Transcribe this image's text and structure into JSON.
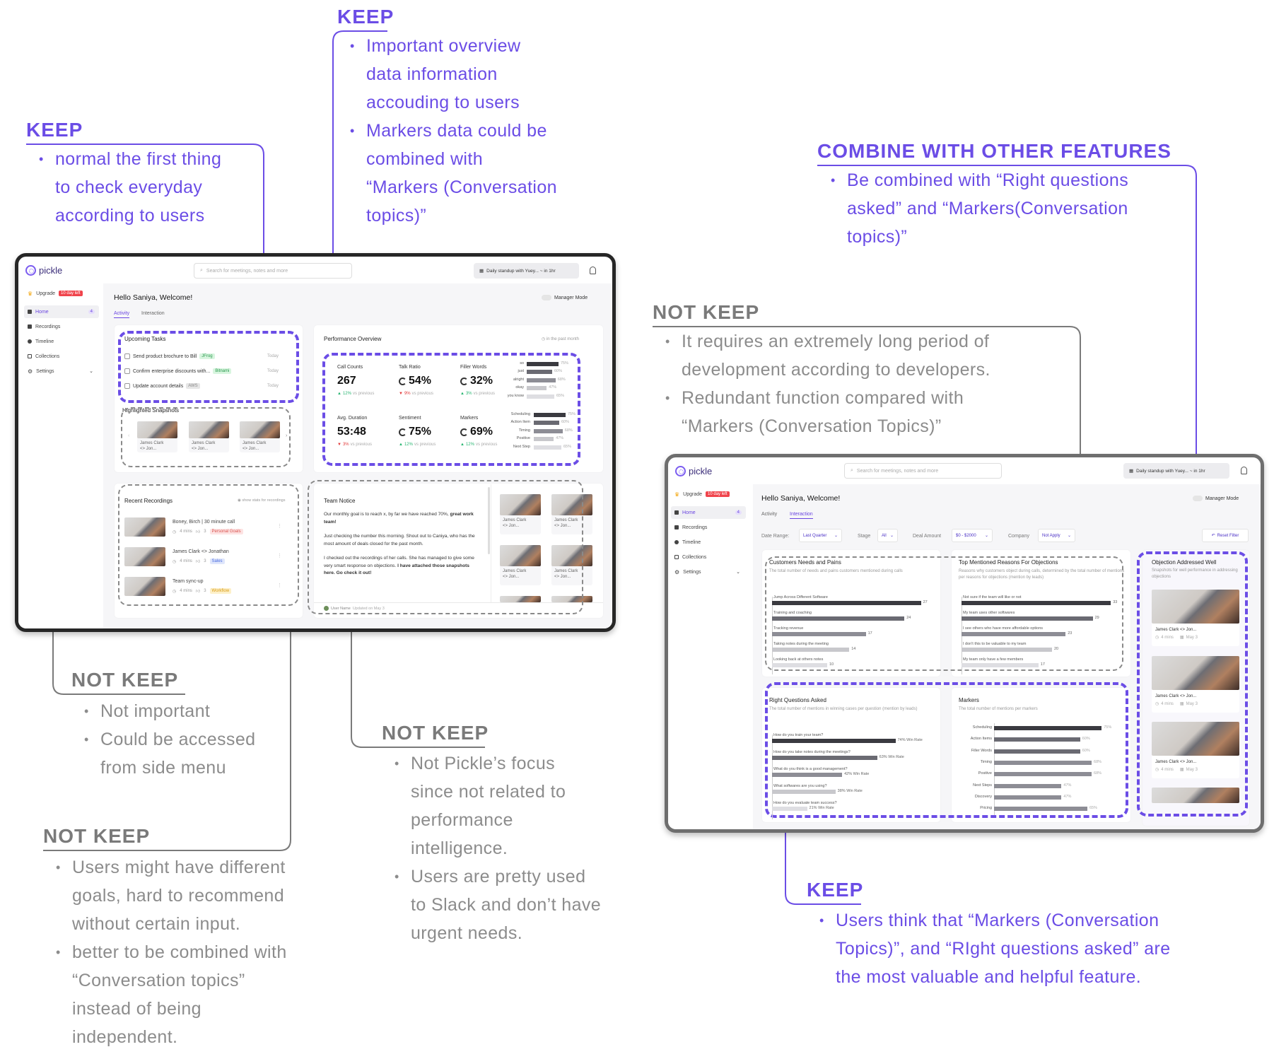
{
  "colors": {
    "accent": "#6b4de6",
    "not_keep": "#7a7a7a"
  },
  "left_window": {
    "logo": "pickle",
    "search_placeholder": "Search for meetings, notes and more",
    "meeting_pill": "Daily standup with Yuey... ~ in 1hr",
    "sidebar": {
      "upgrade": "Upgrade",
      "trial_badge": "10 day left",
      "items": [
        {
          "label": "Home",
          "badge": "4"
        },
        {
          "label": "Recordings"
        },
        {
          "label": "Timeline"
        },
        {
          "label": "Collections"
        },
        {
          "label": "Settings"
        }
      ]
    },
    "greeting": "Hello Saniya, Welcome!",
    "manager_mode": "Manager Mode",
    "tabs": [
      "Activity",
      "Interaction"
    ],
    "upcoming_tasks": {
      "title": "Upcoming Tasks",
      "items": [
        {
          "text": "Send product brochure to Bill",
          "tag": "JFrog",
          "due": "Today"
        },
        {
          "text": "Confirm enterprise discounts with...",
          "tag": "Bitnami",
          "due": "Today"
        },
        {
          "text": "Update account details",
          "tag": "AWS",
          "due": "Today"
        }
      ]
    },
    "snapshots": {
      "title": "Highlighted Snapshots",
      "items": [
        {
          "name": "James Clark",
          "sub": "<> Jon..."
        },
        {
          "name": "James Clark",
          "sub": "<> Jon..."
        },
        {
          "name": "James Clark",
          "sub": "<> Jon..."
        }
      ]
    },
    "performance": {
      "title": "Performance Overview",
      "period": "in the past month",
      "metrics": [
        {
          "label": "Call Counts",
          "value": "267",
          "change": "12%",
          "dir": "up",
          "suffix": "vs previous",
          "ring": false
        },
        {
          "label": "Talk Ratio",
          "value": "54%",
          "change": "9%",
          "dir": "down",
          "suffix": "vs previous",
          "ring": true
        },
        {
          "label": "Filler Words",
          "value": "32%",
          "change": "3%",
          "dir": "up",
          "suffix": "vs previous",
          "ring": true
        },
        {
          "label": "Avg. Duration",
          "value": "53:48",
          "change": "3%",
          "dir": "down",
          "suffix": "vs previous",
          "ring": false
        },
        {
          "label": "Sentiment",
          "value": "75%",
          "change": "12%",
          "dir": "up",
          "suffix": "vs previous",
          "ring": true
        },
        {
          "label": "Markers",
          "value": "69%",
          "change": "12%",
          "dir": "up",
          "suffix": "vs previous",
          "ring": true
        }
      ],
      "filler_chart": [
        {
          "label": "so",
          "value": 75
        },
        {
          "label": "just",
          "value": 60
        },
        {
          "label": "alright",
          "value": 68
        },
        {
          "label": "okay",
          "value": 47
        },
        {
          "label": "you know",
          "value": 65
        }
      ],
      "markers_chart": [
        {
          "label": "Scheduling",
          "value": 75
        },
        {
          "label": "Action Item",
          "value": 60
        },
        {
          "label": "Timing",
          "value": 68
        },
        {
          "label": "Positive",
          "value": 47
        },
        {
          "label": "Next Step",
          "value": 65
        }
      ]
    },
    "recordings": {
      "title": "Recent Recordings",
      "stats_link": "show stats for recordings",
      "items": [
        {
          "title": "Boney, Birch | 30 minute call",
          "duration": "4 mins",
          "count": "3",
          "tag": "Personal Goals"
        },
        {
          "title": "James Clark <> Jonathan",
          "duration": "4 mins",
          "count": "3",
          "tag": "Sales"
        },
        {
          "title": "Team sync-up",
          "duration": "4 mins",
          "count": "3",
          "tag": "Workflow"
        }
      ]
    },
    "team_notice": {
      "title": "Team Notice",
      "p1": "Our monthly goal is to reach x, by far we have reached 70%, ",
      "p1_bold": "great work team!",
      "p2": "Just checking the number this morning. Shout out to Caniya, who has the most amount of deals closed for the past month.",
      "p3": "I checked out the recordings of her calls. She has managed to give some very smart response on objections. ",
      "p3_bold": "I have attached those snapshots here. Go check it out!",
      "footer_user": "User Name",
      "footer_updated": "Updated on May 3",
      "snapshots": [
        {
          "name": "James Clark",
          "sub": "<> Jon..."
        },
        {
          "name": "James Clark",
          "sub": "<> Jon..."
        },
        {
          "name": "James Clark",
          "sub": "<> Jon..."
        },
        {
          "name": "James Clark",
          "sub": "<> Jon..."
        }
      ]
    }
  },
  "right_window": {
    "logo": "pickle",
    "search_placeholder": "Search for meetings, notes and more",
    "meeting_pill": "Daily standup with Yuey... ~ in 1hr",
    "sidebar": {
      "upgrade": "Upgrade",
      "trial_badge": "10 day left",
      "items": [
        {
          "label": "Home",
          "badge": "4"
        },
        {
          "label": "Recordings"
        },
        {
          "label": "Timeline"
        },
        {
          "label": "Collections"
        },
        {
          "label": "Settings"
        }
      ]
    },
    "greeting": "Hello Saniya, Welcome!",
    "manager_mode": "Manager Mode",
    "tabs": [
      "Activity",
      "Interaction"
    ],
    "filters": {
      "date_label": "Date Range:",
      "date_value": "Last Quarter",
      "stage_label": "Stage",
      "stage_value": "All",
      "deal_label": "Deal Amount",
      "deal_value": "$0 - $2000",
      "company_label": "Company",
      "company_value": "Not Apply",
      "reset": "Reset Filter"
    },
    "needs": {
      "title": "Customers Needs and Pains",
      "subtitle": "The total number of needs and pains customers mentioned during calls",
      "items": [
        {
          "label": "Jump Across Different Software",
          "value": 27
        },
        {
          "label": "Training and coaching",
          "value": 24
        },
        {
          "label": "Tracking revenue",
          "value": 17
        },
        {
          "label": "Taking notes during the meeting",
          "value": 14
        },
        {
          "label": "Looking back at others notes",
          "value": 10
        }
      ]
    },
    "objections": {
      "title": "Top Mentioned Reasons For Objections",
      "subtitle": "Reasons why customers object during calls, determined by the total number of mentions per reasons for objections (mention by leads)",
      "items": [
        {
          "label": "Not sure if the team will like or not",
          "value": 33
        },
        {
          "label": "My team uses other softwares",
          "value": 29
        },
        {
          "label": "I see others who have more affordable options",
          "value": 23
        },
        {
          "label": "I don't this to be valuable to my team",
          "value": 20
        },
        {
          "label": "My team only have a few members",
          "value": 17
        }
      ]
    },
    "addressed": {
      "title": "Objection Addressed Well",
      "subtitle": "Snapshots for well performance in addressing objections",
      "items": [
        {
          "name": "James Clark <> Jon...",
          "duration": "4 mins",
          "date": "May 3"
        },
        {
          "name": "James Clark <> Jon...",
          "duration": "4 mins",
          "date": "May 3"
        },
        {
          "name": "James Clark <> Jon...",
          "duration": "4 mins",
          "date": "May 3"
        }
      ]
    },
    "questions": {
      "title": "Right Questions Asked",
      "subtitle": "The total number of mentions in winning cases per question (mention by leads)",
      "items": [
        {
          "label": "How do you train your team?",
          "value": 74,
          "text": "74% Win Rate"
        },
        {
          "label": "How do you take notes during the meetings?",
          "value": 63,
          "text": "63% Win Rate"
        },
        {
          "label": "What do you think is a good management?",
          "value": 42,
          "text": "42% Win Rate"
        },
        {
          "label": "What softwares are you using?",
          "value": 38,
          "text": "38% Win Rate"
        },
        {
          "label": "How do you evaluate team success?",
          "value": 21,
          "text": "21% Win Rate"
        }
      ]
    },
    "markers": {
      "title": "Markers",
      "subtitle": "The total number of mentions per markers",
      "items": [
        {
          "label": "Scheduling",
          "value": 75
        },
        {
          "label": "Action Items",
          "value": 60
        },
        {
          "label": "Filler Words",
          "value": 60
        },
        {
          "label": "Timing",
          "value": 68
        },
        {
          "label": "Positive",
          "value": 68
        },
        {
          "label": "Next Steps",
          "value": 47
        },
        {
          "label": "Discovery",
          "value": 47
        },
        {
          "label": "Pricing",
          "value": 65
        }
      ]
    }
  },
  "annotations": [
    {
      "heading": "KEEP",
      "type": "keep",
      "bullets": [
        "normal the first thing\nto check everyday\naccording to users"
      ]
    },
    {
      "heading": "KEEP",
      "type": "keep",
      "bullets": [
        "Important overview\ndata information\naccouding to users",
        "Markers data could be\ncombined with\n“Markers (Conversation\ntopics)”"
      ]
    },
    {
      "heading": "COMBINE WITH OTHER FEATURES",
      "type": "keep",
      "bullets": [
        "Be combined with “Right questions\nasked” and “Markers(Conversation\ntopics)”"
      ]
    },
    {
      "heading": "NOT KEEP",
      "type": "not-keep",
      "bullets": [
        "It requires an extremely long period of\ndevelopment according to developers.",
        "Redundant function compared with\n“Markers (Conversation Topics)”"
      ]
    },
    {
      "heading": "NOT KEEP",
      "type": "not-keep",
      "bullets": [
        "Not important",
        "Could be accessed\nfrom side menu"
      ]
    },
    {
      "heading": "NOT KEEP",
      "type": "not-keep",
      "bullets": [
        "Users might have different\ngoals, hard to recommend\nwithout certain input.",
        "better to be combined with\n“Conversation topics”\ninstead of being\nindependent."
      ]
    },
    {
      "heading": "NOT KEEP",
      "type": "not-keep",
      "bullets": [
        "Not Pickle’s focus\nsince not related to\nperformance\nintelligence.",
        "Users are pretty used\nto Slack and don’t have\nurgent needs."
      ]
    },
    {
      "heading": "KEEP",
      "type": "keep",
      "bullets": [
        "Users think that “Markers (Conversation\nTopics)”, and “RIght questions asked” are\nthe most valuable and helpful feature."
      ]
    }
  ]
}
